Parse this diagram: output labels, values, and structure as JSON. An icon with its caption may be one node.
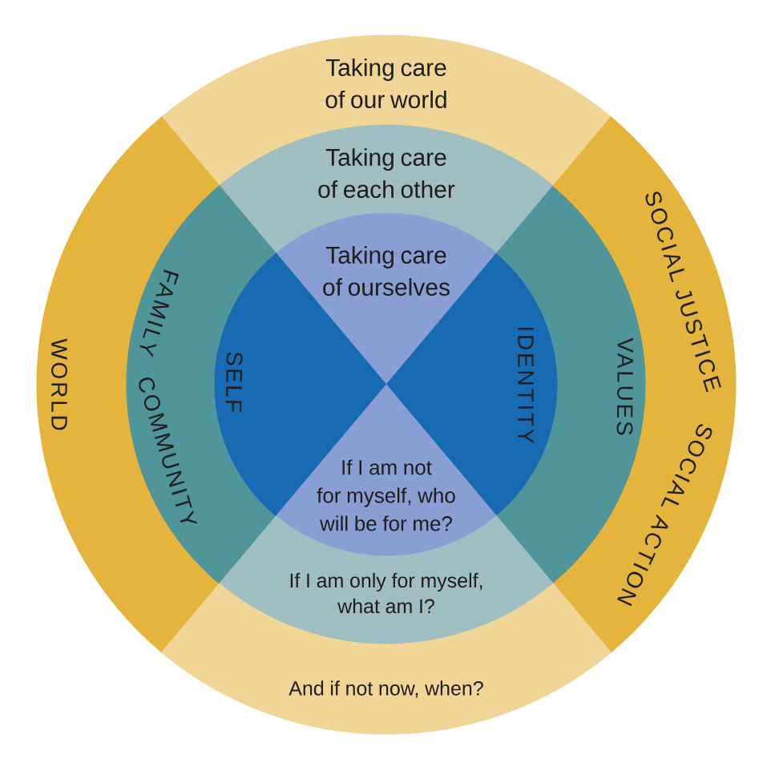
{
  "diagram": {
    "nodes": [
      {
        "text": [
          "Taking care of our world"
        ]
      },
      {
        "text": [
          "Taking care of each other"
        ]
      },
      {
        "text": [
          "Taking care of ourselves"
        ]
      },
      {
        "text": [
          "WORLD"
        ]
      },
      {
        "text": [
          "FAMILY",
          "COMMUNITY"
        ]
      },
      {
        "text": [
          "SELF"
        ]
      },
      {
        "text": [
          "IDENTITY"
        ]
      },
      {
        "text": [
          "VALUES"
        ]
      },
      {
        "text": [
          "SOCIAL JUSTICE",
          "SOCIAL ACTION"
        ]
      },
      {
        "text": [
          "If I am not for myself, who will be for me?"
        ]
      },
      {
        "text": [
          "If I am only for myself, what am I?"
        ]
      },
      {
        "text": [
          "And if not now, when?"
        ]
      }
    ]
  }
}
